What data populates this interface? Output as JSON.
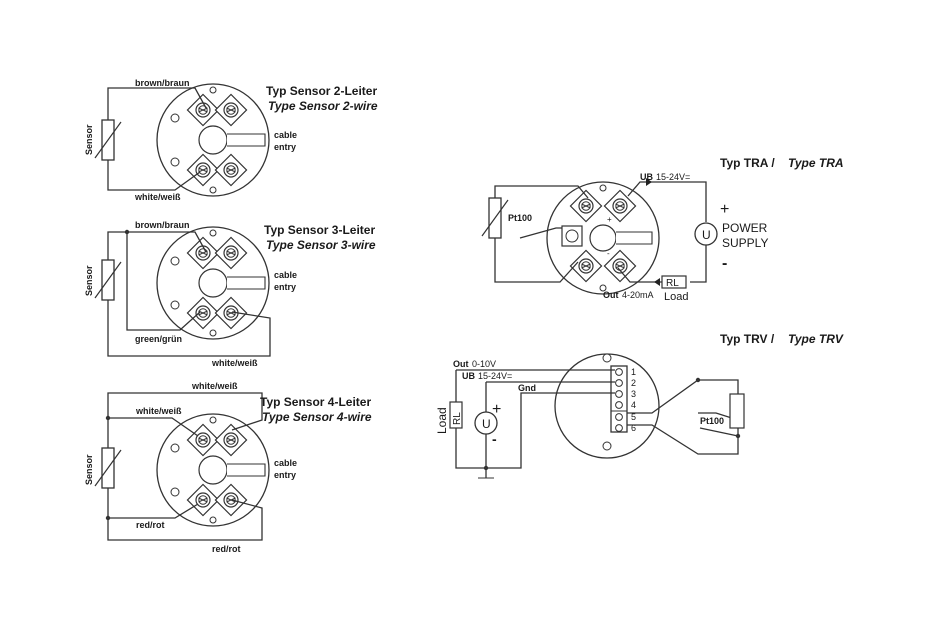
{
  "d1": {
    "title": "Typ Sensor 2-Leiter",
    "subtitle": "Type Sensor 2-wire",
    "wire_top": "brown/braun",
    "wire_bottom": "white/weiß",
    "sensor": "Sensor",
    "cable_1": "cable",
    "cable_2": "entry"
  },
  "d2": {
    "title": "Typ Sensor 3-Leiter",
    "subtitle": "Type Sensor 3-wire",
    "wire_top": "brown/braun",
    "wire_mid": "green/grün",
    "wire_bottom": "white/weiß",
    "sensor": "Sensor",
    "cable_1": "cable",
    "cable_2": "entry"
  },
  "d3": {
    "title": "Typ Sensor 4-Leiter",
    "subtitle": "Type Sensor 4-wire",
    "wire_top": "white/weiß",
    "wire_top2": "white/weiß",
    "wire_bot2": "red/rot",
    "wire_bottom": "red/rot",
    "sensor": "Sensor",
    "cable_1": "cable",
    "cable_2": "entry"
  },
  "tra": {
    "title_de": "Typ TRA /",
    "title_en": "Type TRA",
    "pt100": "Pt100",
    "ub_label": "UB",
    "ub_value": "15-24V=",
    "plus": "+",
    "minus": "-",
    "u": "U",
    "power": "POWER",
    "supply": "SUPPLY",
    "out_label": "Out",
    "out_value": "4-20mA",
    "rl": "RL",
    "load": "Load"
  },
  "trv": {
    "title_de": "Typ TRV /",
    "title_en": "Type TRV",
    "out_label": "Out",
    "out_value": "0-10V",
    "ub_label": "UB",
    "ub_value": "15-24V=",
    "gnd": "Gnd",
    "load": "Load",
    "rl": "RL",
    "u": "U",
    "plus": "+",
    "minus": "-",
    "pt100": "Pt100",
    "terminals": [
      "1",
      "2",
      "3",
      "4",
      "5",
      "6"
    ]
  }
}
